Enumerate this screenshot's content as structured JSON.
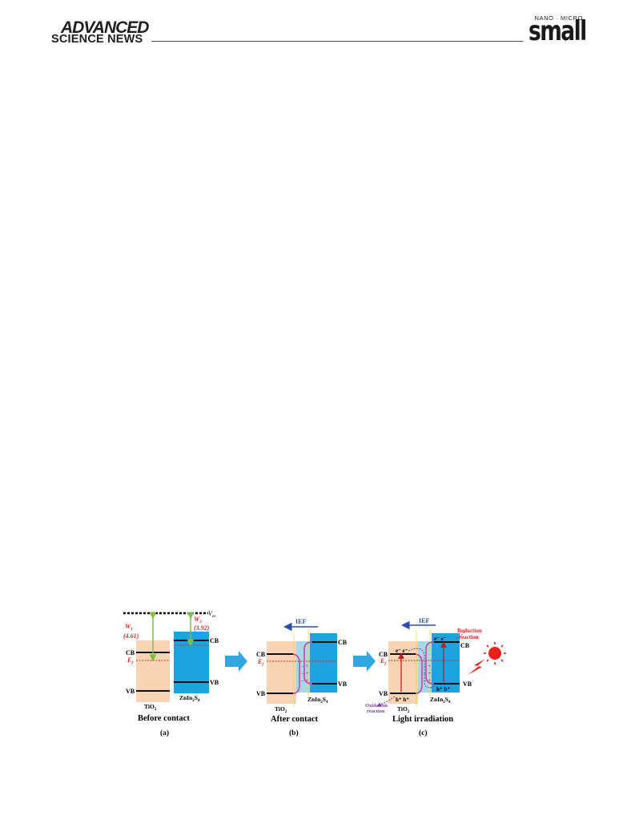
{
  "header": {
    "brand_top": "ADVANCED",
    "brand_bottom": "SCIENCE NEWS",
    "journal_sub": "NANO · MICRO",
    "journal_main": "small"
  },
  "figure": {
    "panel_a": {
      "vac": "V",
      "vac_sub": "ac",
      "w1": "W",
      "w1_sub": "1",
      "w1_value": "(4.61)",
      "w2": "W",
      "w2_sub": "2",
      "w2_value": "(3.92)",
      "cb_left": "CB",
      "ef": "E",
      "ef_sub": "f",
      "vb_left": "VB",
      "cb_right": "CB",
      "vb_right": "VB",
      "tio2_pre": "TiO",
      "tio2_sub": "2",
      "zis_pre": "ZnIn",
      "zis_sub1": "2",
      "zis_mid": "S",
      "zis_sub2": "4",
      "caption": "Before contact",
      "label": "(a)"
    },
    "panel_b": {
      "ief": "IEF",
      "cb_left": "CB",
      "ef": "E",
      "ef_sub": "f",
      "vb_left": "VB",
      "cb_right": "CB",
      "vb_right": "VB",
      "tio2_pre": "TiO",
      "tio2_sub": "2",
      "zis_pre": "ZnIn",
      "zis_sub1": "2",
      "zis_mid": "S",
      "zis_sub2": "4",
      "caption": "After contact",
      "label": "(b)"
    },
    "panel_c": {
      "ief": "IEF",
      "reduction_1": "Reduction",
      "reduction_2": "reaction",
      "oxidation_1": "Oxidation",
      "oxidation_2": "reaction",
      "cb_left": "CB",
      "ef": "E",
      "ef_sub": "f",
      "vb_left": "VB",
      "cb_right": "CB",
      "vb_right": "VB",
      "electrons_left": "e⁻  e⁻",
      "electrons_right": "e⁻  e⁻",
      "holes_left": "h⁺  h⁺",
      "holes_right": "h⁺  h⁺",
      "tio2_pre": "TiO",
      "tio2_sub": "2",
      "zis_pre": "ZnIn",
      "zis_sub1": "2",
      "zis_mid": "S",
      "zis_sub2": "4",
      "caption": "Light irradiation",
      "label": "(c)"
    },
    "colors": {
      "tio2_fill": "#f8d3b4",
      "zis_fill": "#1fa3e0",
      "interface_fill": "#a8d8e8",
      "arrow_blue": "#2ea9e3",
      "ief_blue": "#2b4fa8",
      "ef_red": "#d12a2a",
      "green_arrow": "#7cc143",
      "sun_red": "#e8201c",
      "purple": "#7a3da8",
      "magenta": "#cc3d9a"
    }
  }
}
